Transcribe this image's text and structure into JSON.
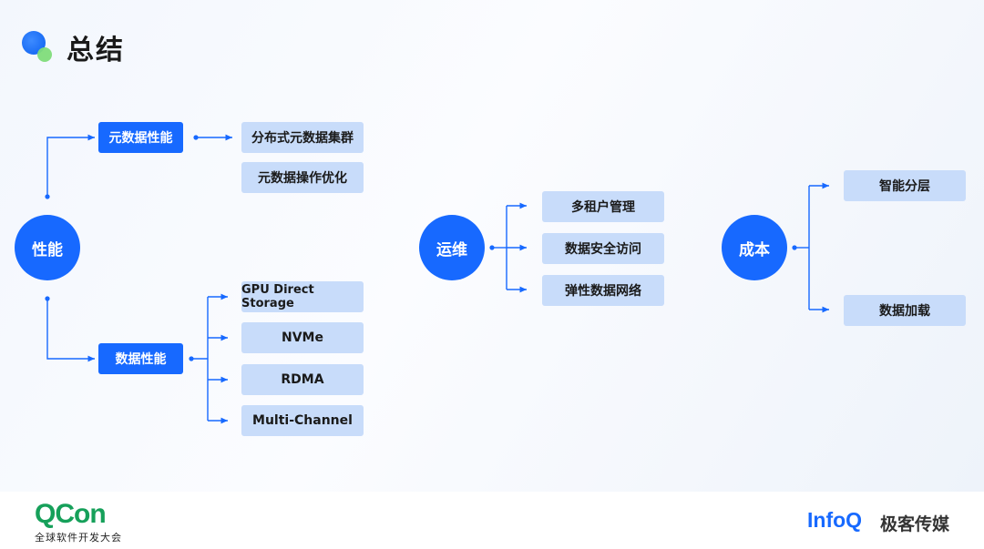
{
  "slide": {
    "title": "总结"
  },
  "groups": {
    "performance": {
      "label": "性能",
      "metadata": {
        "label": "元数据性能",
        "items": [
          "分布式元数据集群",
          "元数据操作优化"
        ]
      },
      "data": {
        "label": "数据性能",
        "items": [
          "GPU Direct Storage",
          "NVMe",
          "RDMA",
          "Multi-Channel"
        ]
      }
    },
    "ops": {
      "label": "运维",
      "items": [
        "多租户管理",
        "数据安全访问",
        "弹性数据网络"
      ]
    },
    "cost": {
      "label": "成本",
      "items": [
        "智能分层",
        "数据加载"
      ]
    }
  },
  "footer": {
    "qcon_logo": "QCon",
    "qcon_sub": "全球软件开发大会",
    "infoq_logo": "InfoQ",
    "infoq_cn": "极客传媒"
  },
  "colors": {
    "primary": "#1769ff",
    "light": "#c8dcfa",
    "qcon_green": "#16a05a"
  }
}
